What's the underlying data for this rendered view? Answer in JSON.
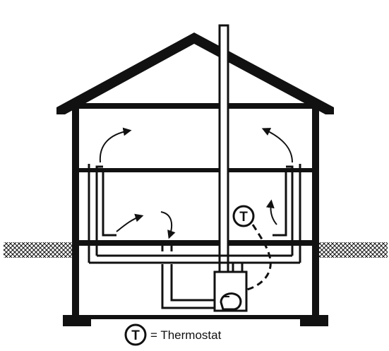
{
  "diagram": {
    "thermostat_symbol": "T",
    "legend": {
      "symbol": "T",
      "label": "= Thermostat"
    }
  },
  "colors": {
    "line": "#111111",
    "background": "#ffffff",
    "ground_hatch": "#111111"
  },
  "icons": {
    "thermostat": "thermostat-icon",
    "furnace": "furnace-icon",
    "airflow_arrow": "curved-arrow-icon"
  }
}
